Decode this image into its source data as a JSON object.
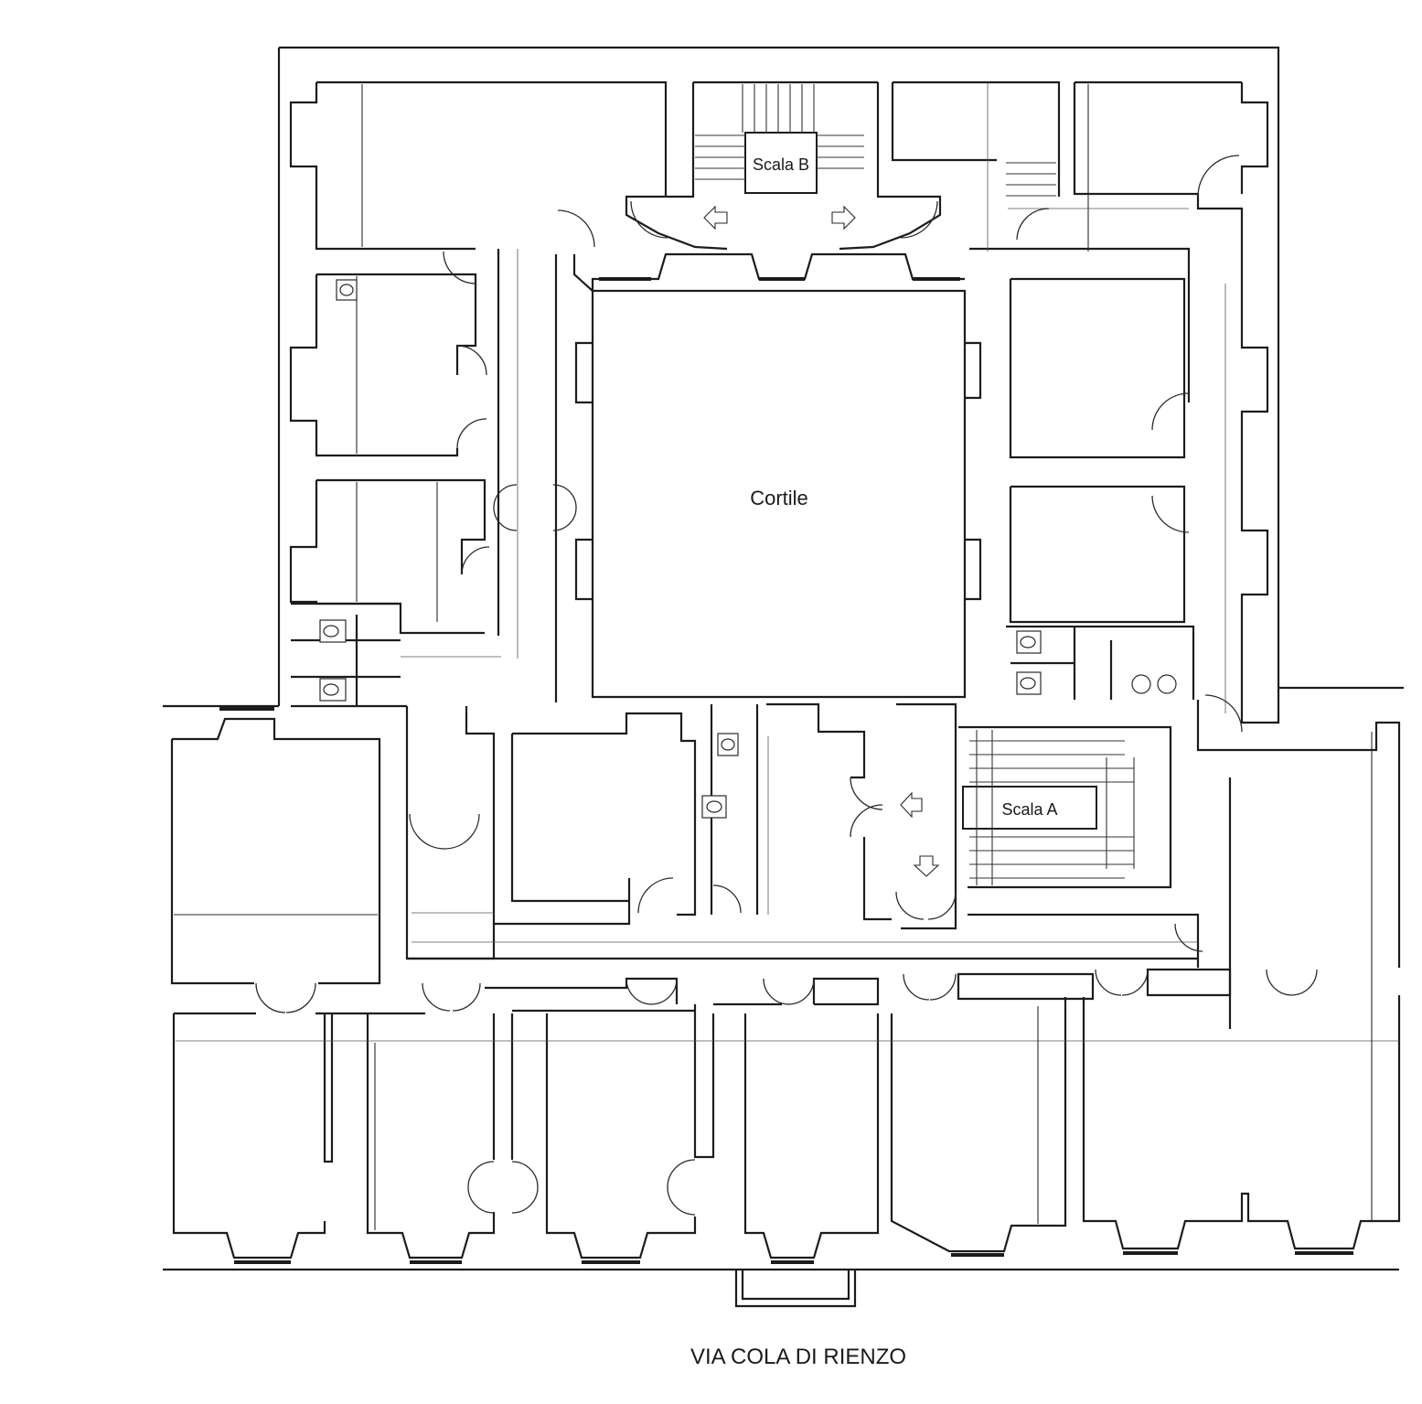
{
  "labels": {
    "courtyard": "Cortile",
    "stair_a": "Scala A",
    "stair_b": "Scala B",
    "street": "VIA COLA DI RIENZO"
  },
  "colors": {
    "ink": "#1c1c1c",
    "paper": "#ffffff"
  },
  "icons": [
    "arrow-left-icon",
    "arrow-right-icon",
    "arrow-down-icon",
    "toilet-icon",
    "door-swing-icon"
  ]
}
